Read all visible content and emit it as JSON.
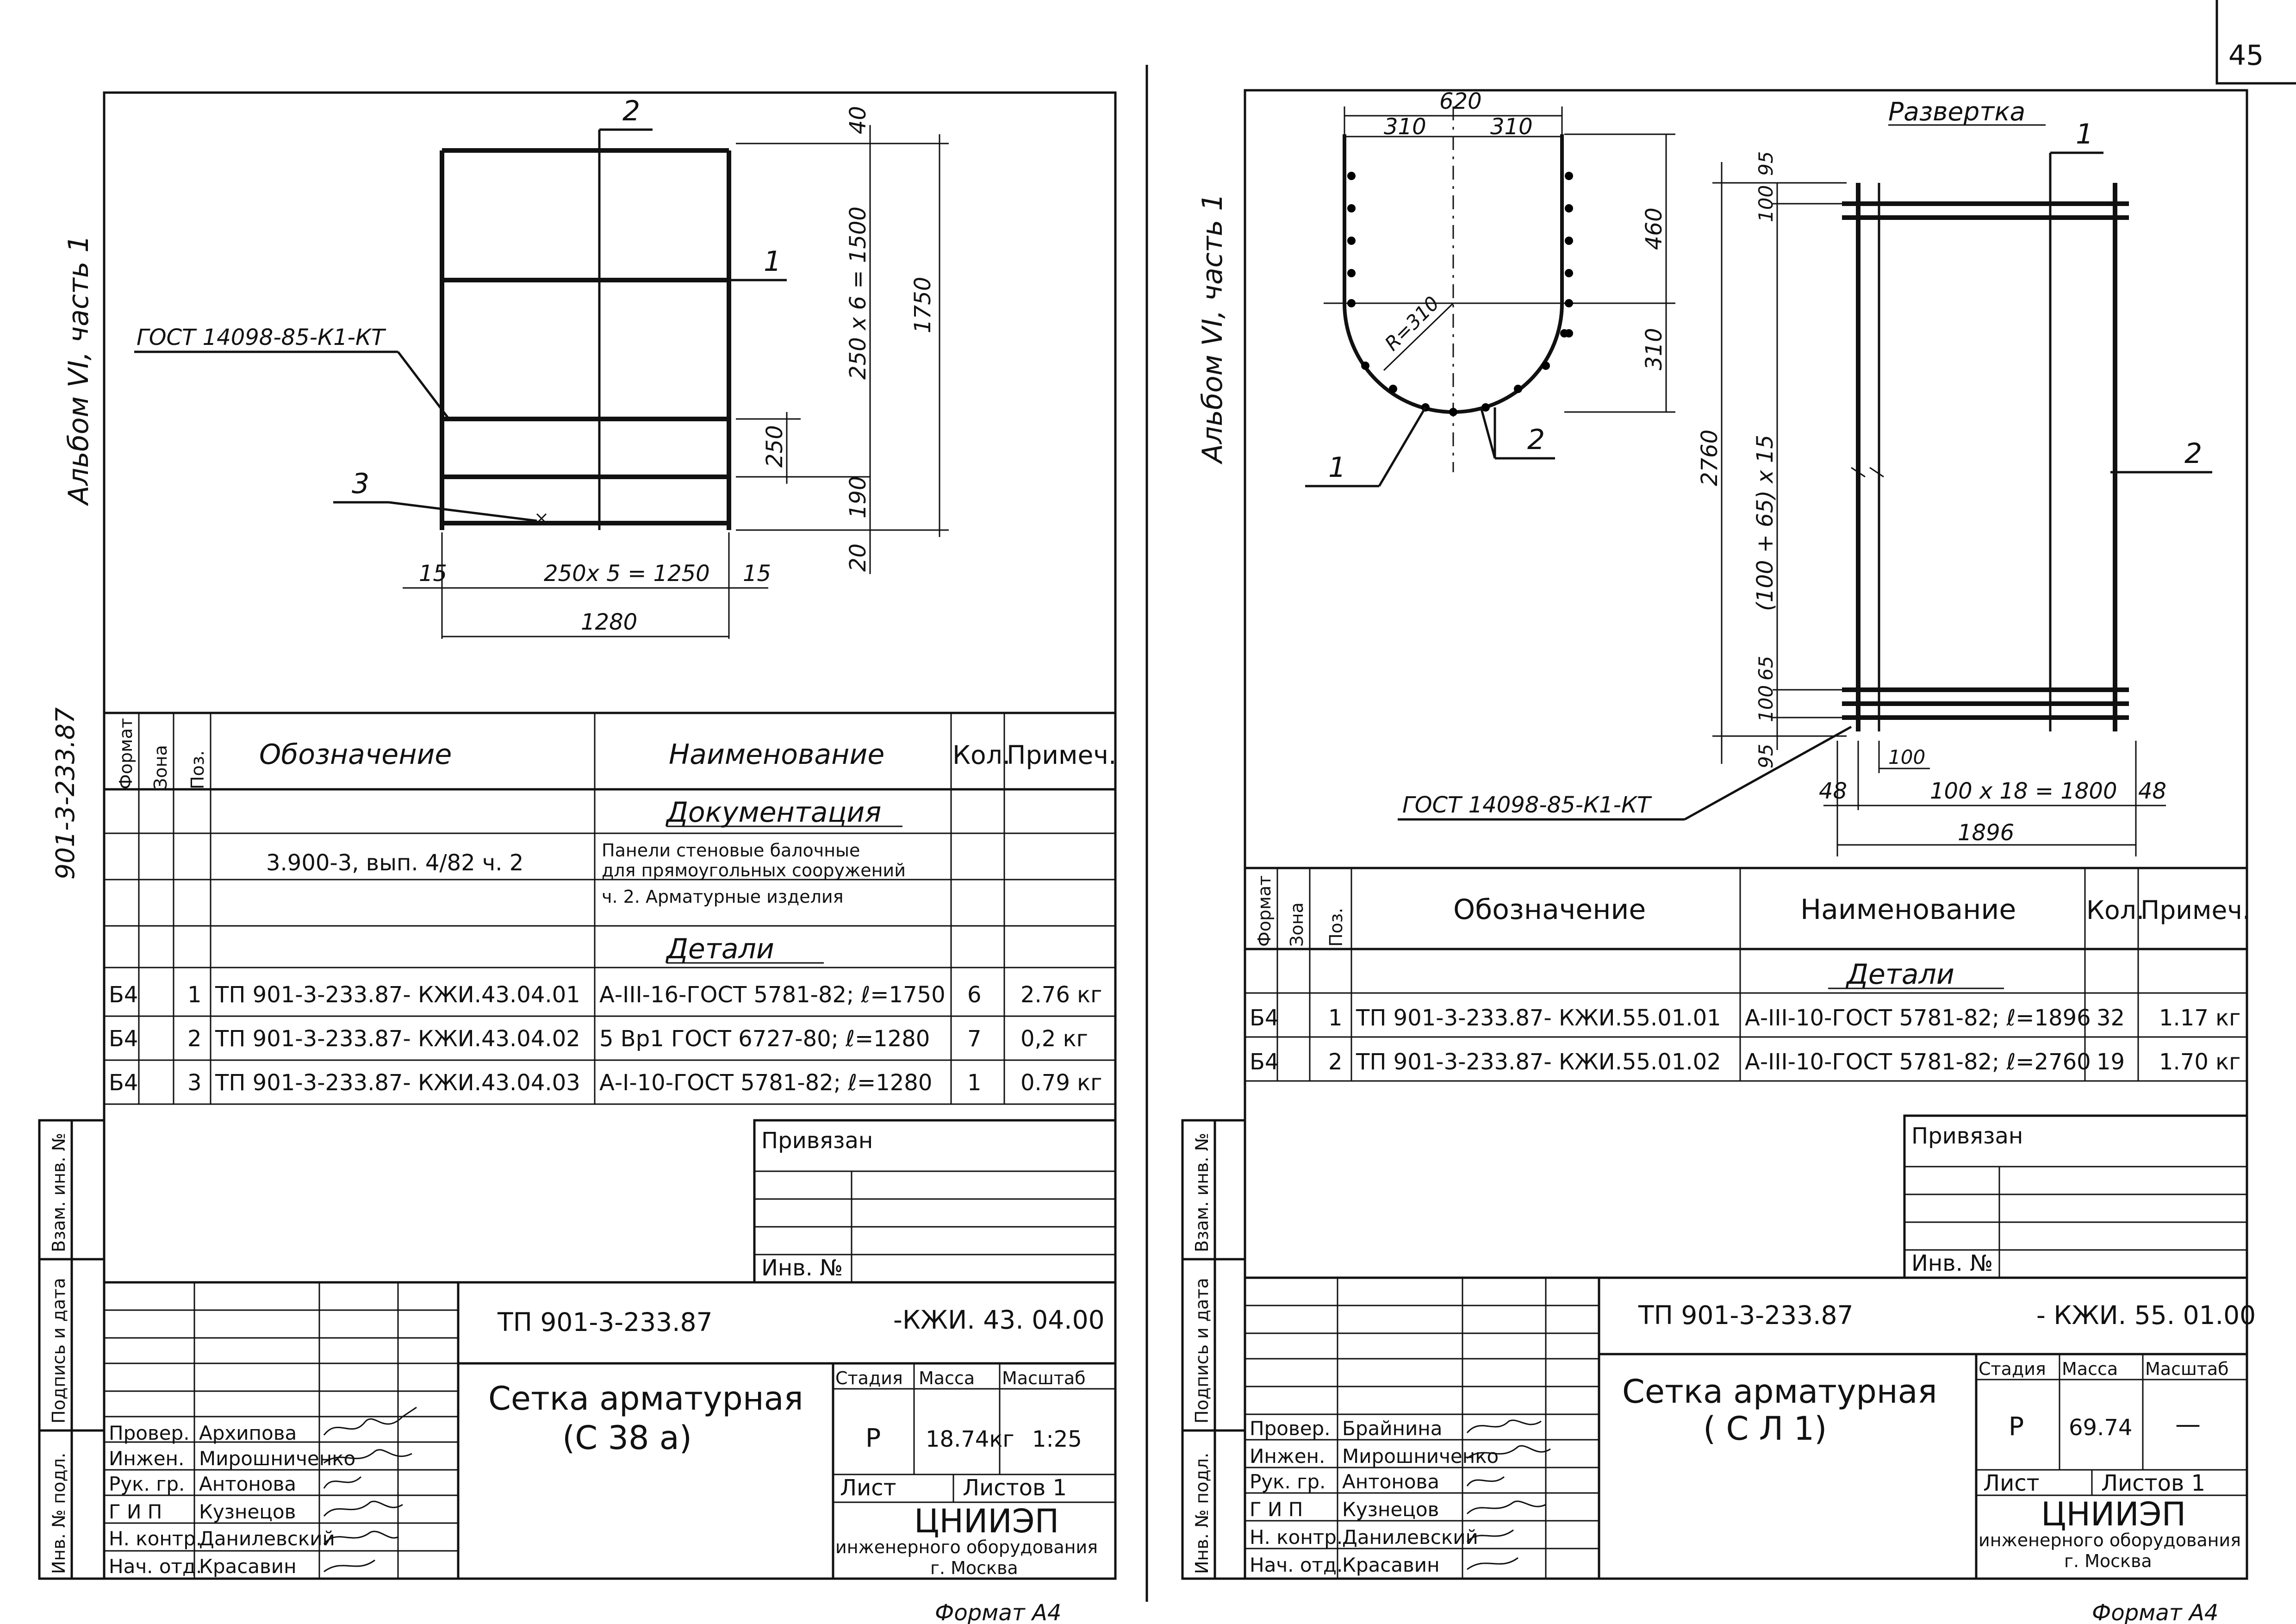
{
  "page_number": "45",
  "left": {
    "album": "Альбом VI, часть 1",
    "project_code": "901-3-233.87",
    "drawing": {
      "pos_1": "1",
      "pos_2": "2",
      "pos_3": "3",
      "gost": "ГОСТ 14098-85-К1-КТ",
      "dim_40": "40",
      "dim_250x6": "250 x 6 = 1500",
      "dim_1750": "1750",
      "dim_250": "250",
      "dim_190": "190",
      "dim_20": "20",
      "dim_15a": "15",
      "dim_15b": "15",
      "dim_250x5": "250x 5 = 1250",
      "dim_1280": "1280"
    },
    "spec": {
      "headers": {
        "format": "Формат",
        "zone": "Зона",
        "pos": "Поз.",
        "designation": "Обозначение",
        "name": "Наименование",
        "qty": "Кол.",
        "note": "Примеч."
      },
      "section_docs": "Документация",
      "doc_designation": "3.900-3, вып. 4/82 ч. 2",
      "doc_name_1": "Панели стеновые балочные",
      "doc_name_2": "для прямоугольных сооружений",
      "doc_name_3": "ч. 2. Арматурные изделия",
      "section_details": "Детали",
      "rows": [
        {
          "format": "Б4",
          "pos": "1",
          "designation": "ТП 901-3-233.87- КЖИ.43.04.01",
          "name": "А-III-16-ГОСТ 5781-82; ℓ=1750",
          "qty": "6",
          "note": "2.76 кг"
        },
        {
          "format": "Б4",
          "pos": "2",
          "designation": "ТП 901-3-233.87- КЖИ.43.04.02",
          "name": "5 Вр1  ГОСТ 6727-80; ℓ=1280",
          "qty": "7",
          "note": "0,2 кг"
        },
        {
          "format": "Б4",
          "pos": "3",
          "designation": "ТП 901-3-233.87- КЖИ.43.04.03",
          "name": "А-I-10-ГОСТ 5781-82; ℓ=1280",
          "qty": "1",
          "note": "0.79 кг"
        }
      ]
    },
    "side_stamp": {
      "inv_orig": "Инв. № подл.",
      "sign_date": "Подпись и дата",
      "inv_replace": "Взам. инв. №"
    },
    "privyazan": "Привязан",
    "inv_no": "Инв. №",
    "title_block": {
      "code_left": "ТП 901-3-233.87",
      "code_right": "-КЖИ. 43. 04.00",
      "title_1": "Сетка арматурная",
      "title_2": "(С 38 а)",
      "stage_h": "Стадия",
      "mass_h": "Масса",
      "scale_h": "Масштаб",
      "stage": "Р",
      "mass": "18.74кг",
      "scale": "1:25",
      "sheet": "Лист",
      "sheets": "Листов 1",
      "org_1": "ЦНИИЭП",
      "org_2": "инженерного оборудования",
      "org_3": "г. Москва",
      "roles": [
        {
          "role": "Провер.",
          "name": "Архипова"
        },
        {
          "role": "Инжен.",
          "name": "Мирошниченко"
        },
        {
          "role": "Рук. гр.",
          "name": "Антонова"
        },
        {
          "role": "Г И П",
          "name": "Кузнецов"
        },
        {
          "role": "Н. контр.",
          "name": "Данилевский"
        },
        {
          "role": "Нач. отд.",
          "name": "Красавин"
        }
      ]
    },
    "format": "Формат А4"
  },
  "right": {
    "album": "Альбом VI, часть 1",
    "drawing": {
      "razvertka": "Развертка",
      "dim_620": "620",
      "dim_310a": "310",
      "dim_310b": "310",
      "dim_460": "460",
      "dim_310c": "310",
      "radius": "R=310",
      "pos_1a": "1",
      "pos_2a": "2",
      "pos_1b": "1",
      "pos_2b": "2",
      "dim_95a": "95",
      "dim_100a": "100",
      "dim_2760": "2760",
      "dim_100_65": "(100 + 65) x 15",
      "dim_65": "65",
      "dim_100b": "100",
      "dim_95b": "95",
      "dim_100c": "100",
      "dim_48a": "48",
      "dim_100x18": "100 x 18 = 1800",
      "dim_48b": "48",
      "dim_1896": "1896",
      "gost": "ГОСТ 14098-85-К1-КТ"
    },
    "spec": {
      "headers": {
        "format": "Формат",
        "zone": "Зона",
        "pos": "Поз.",
        "designation": "Обозначение",
        "name": "Наименование",
        "qty": "Кол.",
        "note": "Примеч."
      },
      "section_details": "Детали",
      "rows": [
        {
          "format": "Б4",
          "pos": "1",
          "designation": "ТП 901-3-233.87- КЖИ.55.01.01",
          "name": "А-III-10-ГОСТ 5781-82; ℓ=1896",
          "qty": "32",
          "note": "1.17 кг"
        },
        {
          "format": "Б4",
          "pos": "2",
          "designation": "ТП 901-3-233.87- КЖИ.55.01.02",
          "name": "А-III-10-ГОСТ 5781-82; ℓ=2760",
          "qty": "19",
          "note": "1.70 кг"
        }
      ]
    },
    "side_stamp": {
      "inv_orig": "Инв. № подл.",
      "sign_date": "Подпись и дата",
      "inv_replace": "Взам. инв. №"
    },
    "privyazan": "Привязан",
    "inv_no": "Инв. №",
    "title_block": {
      "code_left": "ТП 901-3-233.87",
      "code_right": "- КЖИ. 55. 01.00",
      "title_1": "Сетка арматурная",
      "title_2": "( С Л 1)",
      "stage_h": "Стадия",
      "mass_h": "Масса",
      "scale_h": "Масштаб",
      "stage": "Р",
      "mass": "69.74",
      "scale": "—",
      "sheet": "Лист",
      "sheets": "Листов 1",
      "org_1": "ЦНИИЭП",
      "org_2": "инженерного оборудования",
      "org_3": "г. Москва",
      "roles": [
        {
          "role": "Провер.",
          "name": "Брайнина"
        },
        {
          "role": "Инжен.",
          "name": "Мирошниченко"
        },
        {
          "role": "Рук. гр.",
          "name": "Антонова"
        },
        {
          "role": "Г И П",
          "name": "Кузнецов"
        },
        {
          "role": "Н. контр.",
          "name": "Данилевский"
        },
        {
          "role": "Нач. отд.",
          "name": "Красавин"
        }
      ]
    },
    "format": "Формат А4"
  }
}
